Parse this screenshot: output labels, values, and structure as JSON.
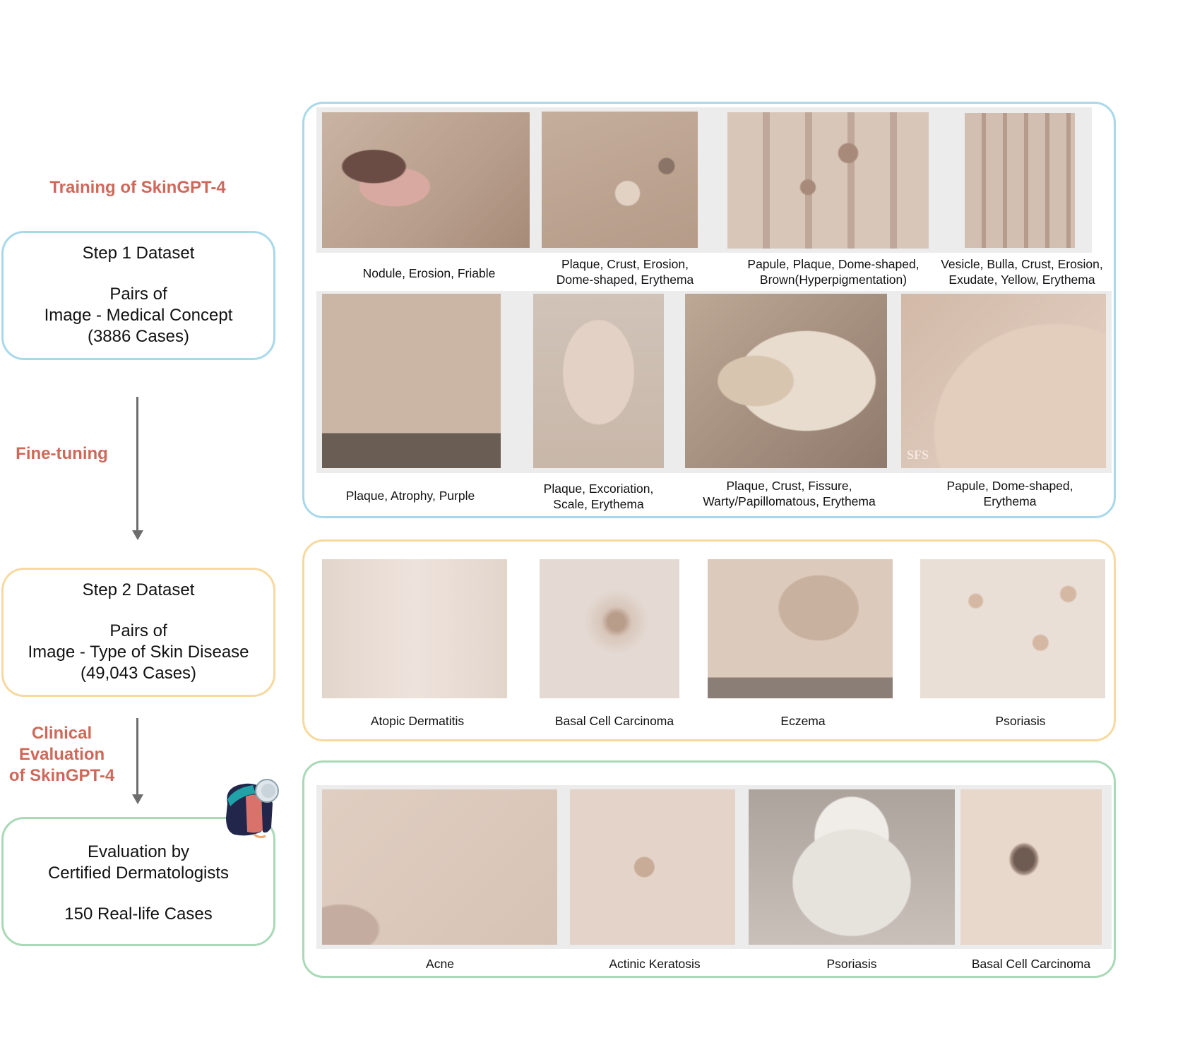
{
  "left": {
    "training_heading": "Training of SkinGPT-4",
    "step1": {
      "title": "Step 1 Dataset",
      "lines": [
        "Pairs of",
        "Image - Medical Concept",
        "(3886 Cases)"
      ],
      "border": "#a9d8ea"
    },
    "finetuning_heading": "Fine-tuning",
    "step2": {
      "title": "Step 2 Dataset",
      "lines": [
        "Pairs of",
        "Image - Type of Skin Disease",
        "(49,043 Cases)"
      ],
      "border": "#f7d9a0"
    },
    "clinical_heading": [
      "Clinical",
      "Evaluation",
      "of SkinGPT-4"
    ],
    "eval": {
      "lines": [
        "Evaluation by",
        "Certified Dermatologists"
      ],
      "foot": "150 Real-life Cases",
      "border": "#a9d9b7"
    },
    "heading_color": "#d0685a",
    "arrow_color": "#6d6d6d",
    "doctor_icon": "doctor-icon"
  },
  "panel1": {
    "border": "#a9d8ea",
    "row1": [
      {
        "caption": [
          "Nodule, Erosion, Friable"
        ]
      },
      {
        "caption": [
          "Plaque, Crust, Erosion,",
          "Dome-shaped, Erythema"
        ]
      },
      {
        "caption": [
          "Papule, Plaque, Dome-shaped,",
          "Brown(Hyperpigmentation)"
        ]
      },
      {
        "caption": [
          "Vesicle, Bulla, Crust, Erosion,",
          "Exudate, Yellow, Erythema"
        ]
      }
    ],
    "row2": [
      {
        "caption": [
          "Plaque, Atrophy, Purple"
        ]
      },
      {
        "caption": [
          "Plaque, Excoriation,",
          "Scale, Erythema"
        ]
      },
      {
        "caption": [
          "Plaque, Crust, Fissure,",
          "Warty/Papillomatous, Erythema"
        ]
      },
      {
        "caption": [
          "Papule, Dome-shaped,",
          "Erythema"
        ]
      }
    ]
  },
  "panel2": {
    "border": "#f7d9a0",
    "items": [
      {
        "caption": "Atopic Dermatitis"
      },
      {
        "caption": "Basal Cell Carcinoma"
      },
      {
        "caption": "Eczema"
      },
      {
        "caption": "Psoriasis"
      }
    ]
  },
  "panel3": {
    "border": "#a9d9b7",
    "items": [
      {
        "caption": "Acne"
      },
      {
        "caption": "Actinic Keratosis"
      },
      {
        "caption": "Psoriasis"
      },
      {
        "caption": "Basal Cell Carcinoma"
      }
    ]
  }
}
